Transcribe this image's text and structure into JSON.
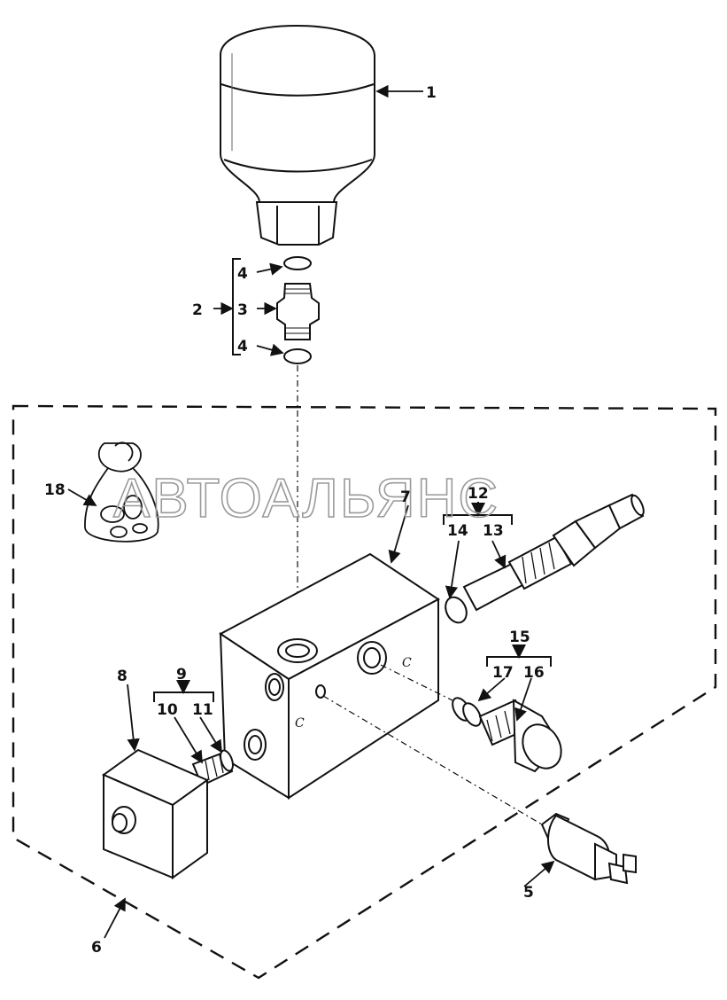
{
  "watermark": "АВТОАЛЬЯНС",
  "port_letter": "C",
  "labels": {
    "accumulator": "1",
    "adapter_kit": "2",
    "adapter": "3",
    "o_ring_top": "4",
    "o_ring_bottom": "4",
    "pressure_switch": "5",
    "valve_assembly": "6",
    "valve_block": "7",
    "solenoid_coil": "8",
    "solenoid_cartridge_kit": "9",
    "cartridge_part_a": "10",
    "cartridge_part_b": "11",
    "relief_valve_kit": "12",
    "relief_valve": "13",
    "relief_o_ring": "14",
    "plug_kit": "15",
    "plug": "16",
    "plug_o_rings": "17",
    "seal_kit_bag": "18"
  },
  "colors": {
    "line": "#111111",
    "watermark": "#9a9a9a",
    "background": "#ffffff"
  }
}
